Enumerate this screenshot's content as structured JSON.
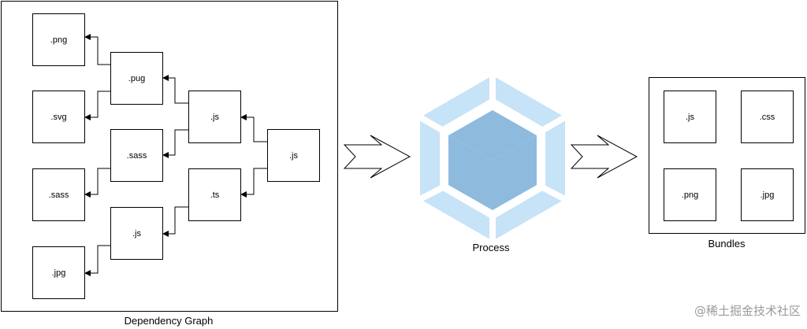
{
  "graph": {
    "caption": "Dependency Graph",
    "nodes": {
      "png": ".png",
      "svg": ".svg",
      "sass_leaf": ".sass",
      "jpg": ".jpg",
      "pug": ".pug",
      "sass_mid": ".sass",
      "js_mid": ".js",
      "js_top": ".js",
      "ts": ".ts",
      "js_root": ".js"
    }
  },
  "process": {
    "caption": "Process",
    "colors": {
      "light": "#c6e3f7",
      "dark": "#8ebade"
    }
  },
  "bundles": {
    "caption": "Bundles",
    "items": [
      ".js",
      ".css",
      ".png",
      ".jpg"
    ]
  },
  "watermark": "@稀土掘金技术社区"
}
